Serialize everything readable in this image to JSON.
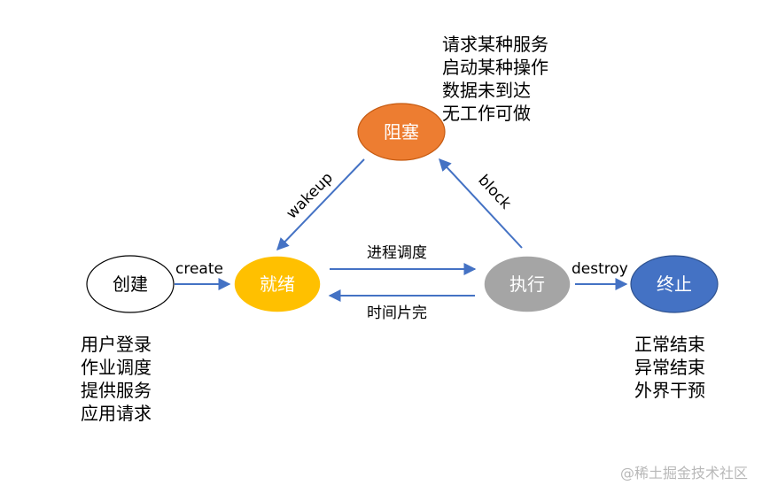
{
  "colors": {
    "edge": "#4472c4",
    "create_fill": "#ffffff",
    "ready_fill": "#ffc000",
    "blocked_fill": "#ed7d31",
    "running_fill": "#a5a5a5",
    "terminate_fill": "#4472c4",
    "node_stroke_dark": "#000000"
  },
  "nodes": {
    "create": "创建",
    "ready": "就绪",
    "blocked": "阻塞",
    "running": "执行",
    "terminate": "终止"
  },
  "edges": {
    "create": "create",
    "wakeup": "wakeup",
    "block": "block",
    "schedule": "进程调度",
    "timeslice": "时间片完",
    "destroy": "destroy"
  },
  "notes": {
    "blocked_causes": [
      "请求某种服务",
      "启动某种操作",
      "数据未到达",
      "无工作可做"
    ],
    "create_causes": [
      "用户登录",
      "作业调度",
      "提供服务",
      "应用请求"
    ],
    "terminate_causes": [
      "正常结束",
      "异常结束",
      "外界干预"
    ]
  },
  "watermark": "@稀土掘金技术社区"
}
